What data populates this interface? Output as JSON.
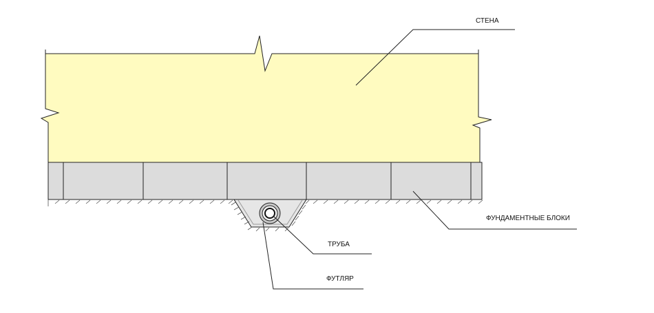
{
  "labels": {
    "wall": "СТЕНА",
    "foundation_blocks": "ФУНДАМЕНТНЫЕ БЛОКИ",
    "pipe": "ТРУБА",
    "sleeve": "ФУТЛЯР"
  },
  "colors": {
    "wall_fill": "#FFFBC0",
    "block_fill": "#DCDCDC",
    "sleeve_ring": "#C8C8C8",
    "trench_fill": "#E6E6E6",
    "line": "#222222"
  }
}
